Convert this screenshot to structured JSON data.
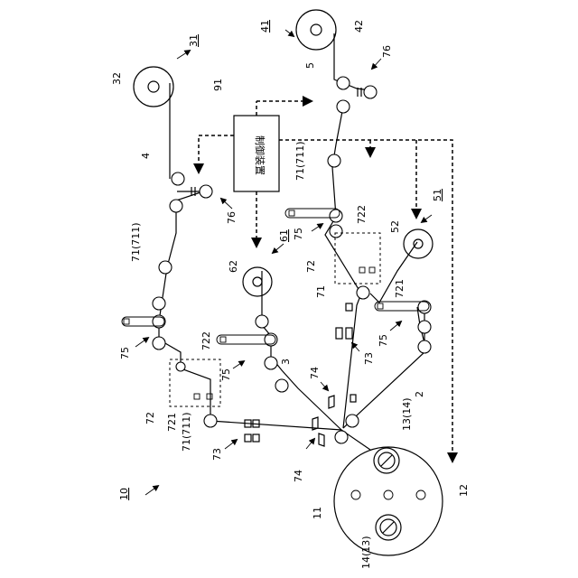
{
  "labels": {
    "device": "10",
    "drum": "11",
    "drum_side": "12",
    "coil_upper": "13(14)",
    "coil_lower": "14(13)",
    "strip2": "2",
    "strip3": "3",
    "strip4": "4",
    "strip5": "5",
    "unit31": "31",
    "roll32": "32",
    "unit41": "41",
    "roll42": "42",
    "unit51": "51",
    "roll52": "52",
    "unit61": "61",
    "roll62": "62",
    "roller71a": "71(711)",
    "roller71b": "71(711)",
    "roller71c": "71(711)",
    "roller71d": "71",
    "cutter72a": "72",
    "cutter72b": "72",
    "sensor721a": "721",
    "sensor721b": "721",
    "sensor722a": "722",
    "sensor722b": "722",
    "feeder73a": "73",
    "feeder73b": "73",
    "guide74a": "74",
    "guide74b": "74",
    "dancer75a": "75",
    "dancer75b": "75",
    "dancer75c": "75",
    "dancer75d": "75",
    "splice76a": "76",
    "splice76b": "76",
    "controller91": "91",
    "controller_text": "制御装置"
  }
}
